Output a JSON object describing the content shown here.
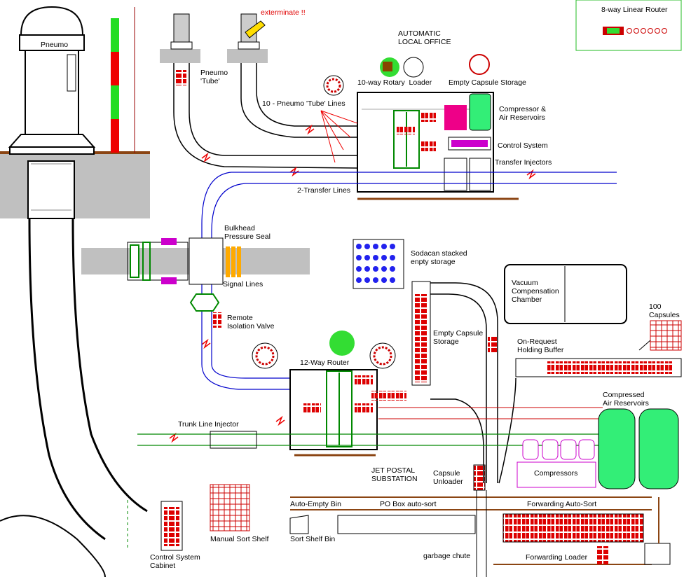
{
  "labels": {
    "pneumo": "Pneumo",
    "exterminate": "exterminate !!",
    "pneumo_tube": "Pneumo\n'Tube'",
    "automatic_local_office": "AUTOMATIC\nLOCAL OFFICE",
    "ten_way_rotary_loader": "10-way Rotary  Loader",
    "empty_capsule_storage_top": "Empty Capsule Storage",
    "ten_pneumo_tube_lines": "10 - Pneumo 'Tube' Lines",
    "compressor_air_reservoirs": "Compressor &\nAir Reservoirs",
    "control_system": "Control System",
    "transfer_injectors": "Transfer Injectors",
    "two_transfer_lines": "2-Transfer Lines",
    "eight_way_linear_router": "8-way Linear Router",
    "bulkhead_pressure_seal": "Bulkhead\nPressure Seal",
    "signal_lines": "Signal Lines",
    "remote_isolation_valve": "Remote\nIsolation Valve",
    "sodacan_storage": "Sodacan stacked\nenpty storage",
    "vacuum_compensation_chamber": "Vacuum\nCompensation\nChamber",
    "hundred_capsules": "100\nCapsules",
    "empty_capsule_storage_mid": "Empty Capsule\nStorage",
    "on_request_holding_buffer": "On-Request\nHolding Buffer",
    "twelve_way_router": "12-Way Router",
    "compressed_air_reservoirs": "Compressed\nAir Reservoirs",
    "trunk_line_injector": "Trunk Line Injector",
    "jet_postal_substation": "JET POSTAL\nSUBSTATION",
    "capsule_unloader": "Capsule\nUnloader",
    "compressors": "Compressors",
    "auto_empty_bin": "Auto-Empty Bin",
    "po_box_auto_sort": "PO Box auto-sort",
    "forwarding_auto_sort": "Forwarding Auto-Sort",
    "sort_shelf_bin": "Sort Shelf Bin",
    "manual_sort_shelf": "Manual Sort Shelf",
    "control_system_cabinet": "Control System\nCabinet",
    "garbage_chute": "garbage chute",
    "forwarding_loader": "Forwarding Loader"
  },
  "colors": {
    "pipe": "#000000",
    "line_blue": "#0000cc",
    "capsule_red": "#dd0000",
    "router_green": "#008800",
    "reservoir_green": "#33ee77",
    "magenta": "#cc00cc",
    "wall_grey": "#c0c0c0",
    "ground_brown": "#8b4513",
    "indicator_red": "#ee0000",
    "indicator_green": "#22dd22"
  }
}
